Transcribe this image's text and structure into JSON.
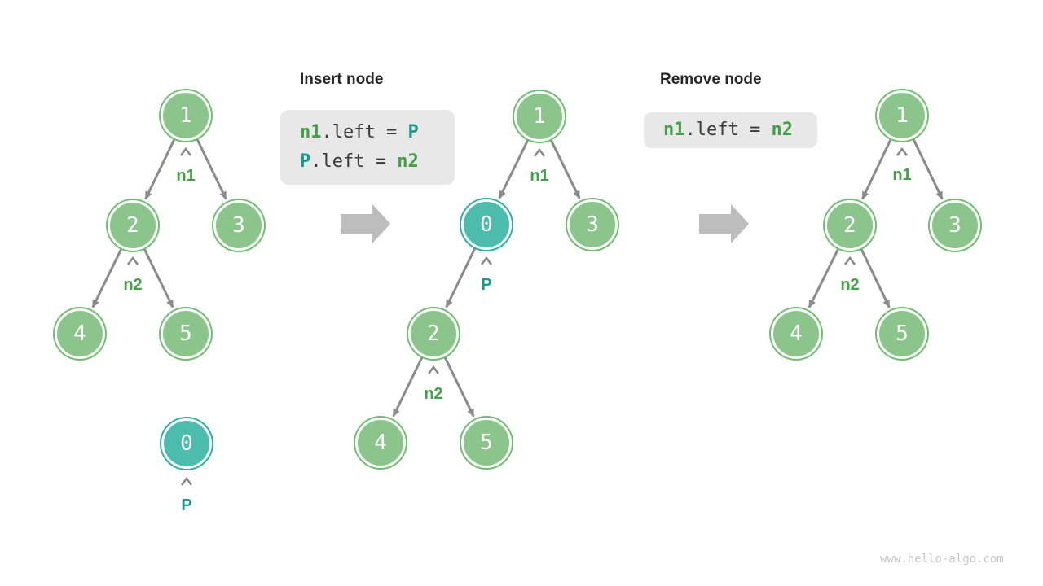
{
  "page": {
    "watermark": "www.hello-algo.com"
  },
  "operations": {
    "insert": {
      "title": "Insert node",
      "code": [
        [
          "n1",
          ".left = ",
          "P"
        ],
        [
          "P",
          ".left = ",
          "n2"
        ]
      ]
    },
    "remove": {
      "title": "Remove node",
      "code": [
        [
          "n1",
          ".left = ",
          "n2"
        ]
      ]
    }
  },
  "trees": {
    "before": {
      "nodes": [
        {
          "value": "1"
        },
        {
          "value": "2"
        },
        {
          "value": "3"
        },
        {
          "value": "4"
        },
        {
          "value": "5"
        }
      ],
      "detached": {
        "value": "0"
      },
      "pointers": [
        {
          "label": "n1",
          "points_to": "1"
        },
        {
          "label": "n2",
          "points_to": "2"
        },
        {
          "label": "P",
          "points_to": "0"
        }
      ]
    },
    "after_insert": {
      "nodes": [
        {
          "value": "1"
        },
        {
          "value": "0"
        },
        {
          "value": "3"
        },
        {
          "value": "2"
        },
        {
          "value": "4"
        },
        {
          "value": "5"
        }
      ],
      "pointers": [
        {
          "label": "n1",
          "points_to": "1"
        },
        {
          "label": "P",
          "points_to": "0"
        },
        {
          "label": "n2",
          "points_to": "2"
        }
      ]
    },
    "after_remove": {
      "nodes": [
        {
          "value": "1"
        },
        {
          "value": "2"
        },
        {
          "value": "3"
        },
        {
          "value": "4"
        },
        {
          "value": "5"
        }
      ],
      "pointers": [
        {
          "label": "n1",
          "points_to": "1"
        },
        {
          "label": "n2",
          "points_to": "2"
        }
      ]
    }
  },
  "colors": {
    "node_green_fill": "#8cc58c",
    "node_green_ring": "#6fbe6f",
    "node_teal_fill": "#4bbcae",
    "node_teal_ring": "#2fae9f",
    "edge_gray": "#8b8b8b",
    "label_green": "#43a047",
    "label_teal": "#1b9a8c",
    "code_box_bg": "#e8e8e8",
    "code_plain_text": "#3a3a3a",
    "block_arrow_gray": "#bdbdbd",
    "watermark_gray": "#c8c8c8"
  }
}
